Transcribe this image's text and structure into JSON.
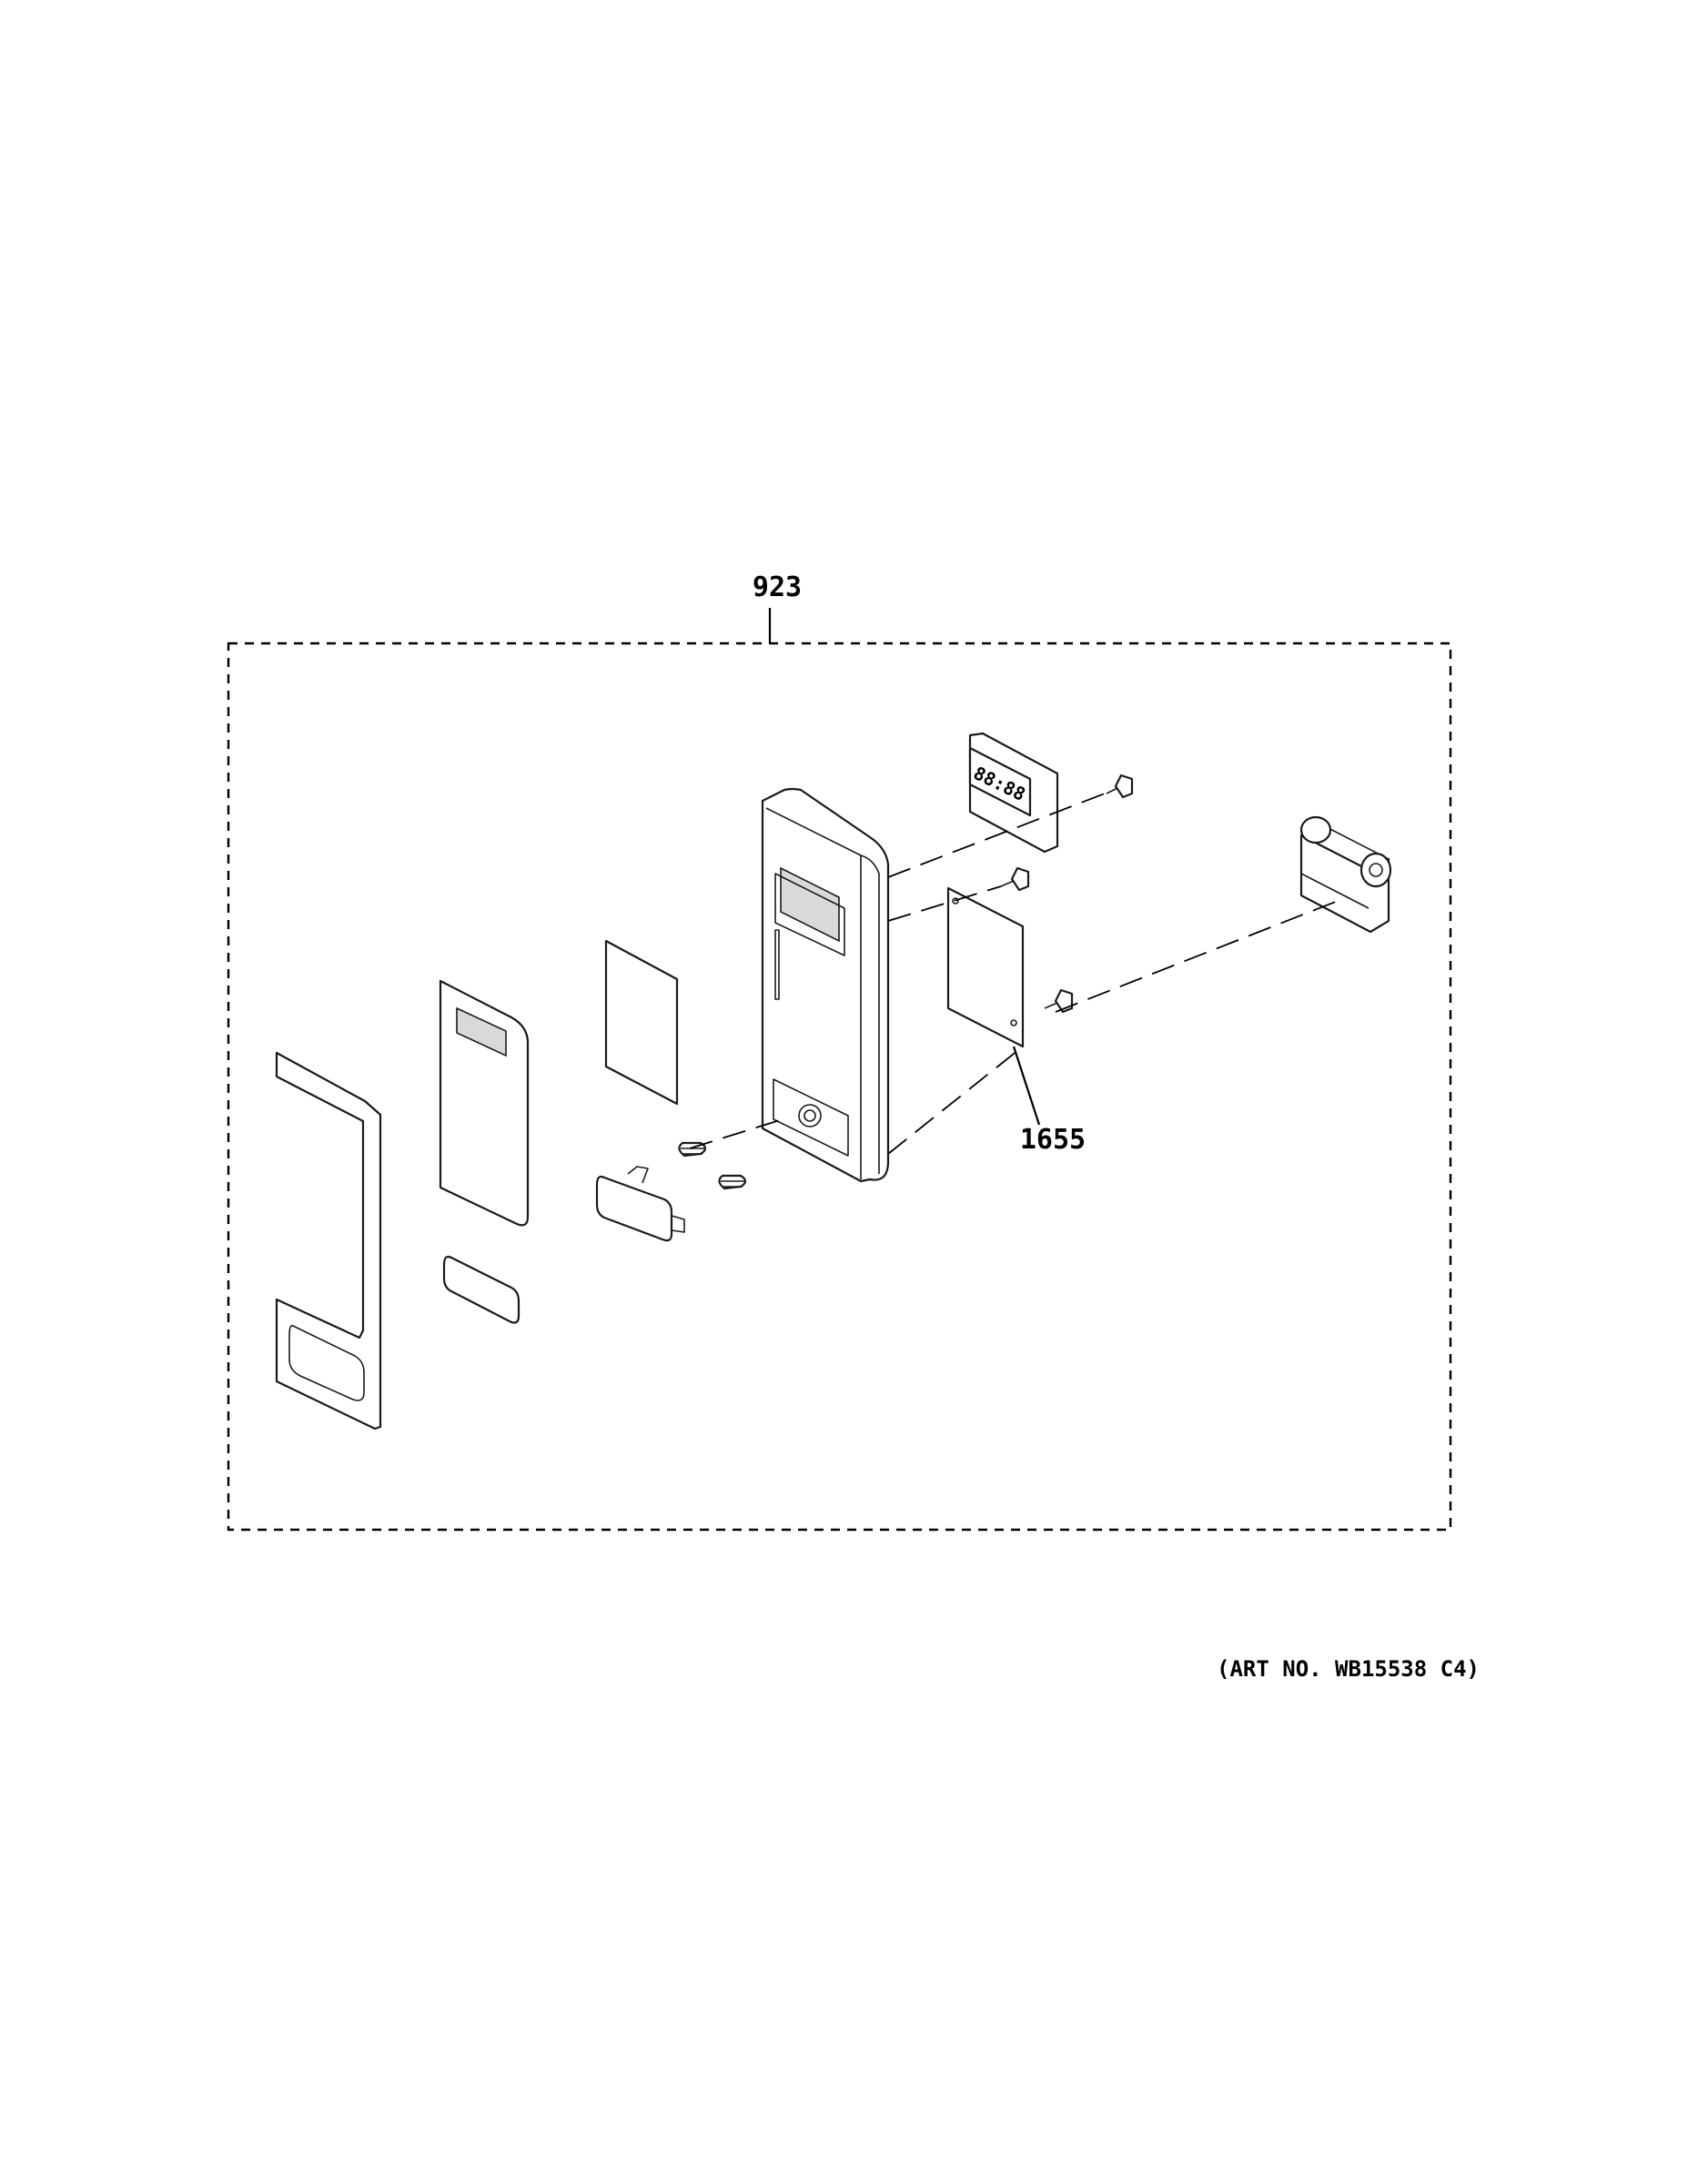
{
  "diagram": {
    "callouts": {
      "assembly": "923",
      "control_board": "1655"
    },
    "art_number": "(ART NO. WB15538 C4)",
    "display_digits": "88:88",
    "colors": {
      "ink": "#000000",
      "paper": "#ffffff",
      "shade": "#d9d9d9"
    }
  }
}
